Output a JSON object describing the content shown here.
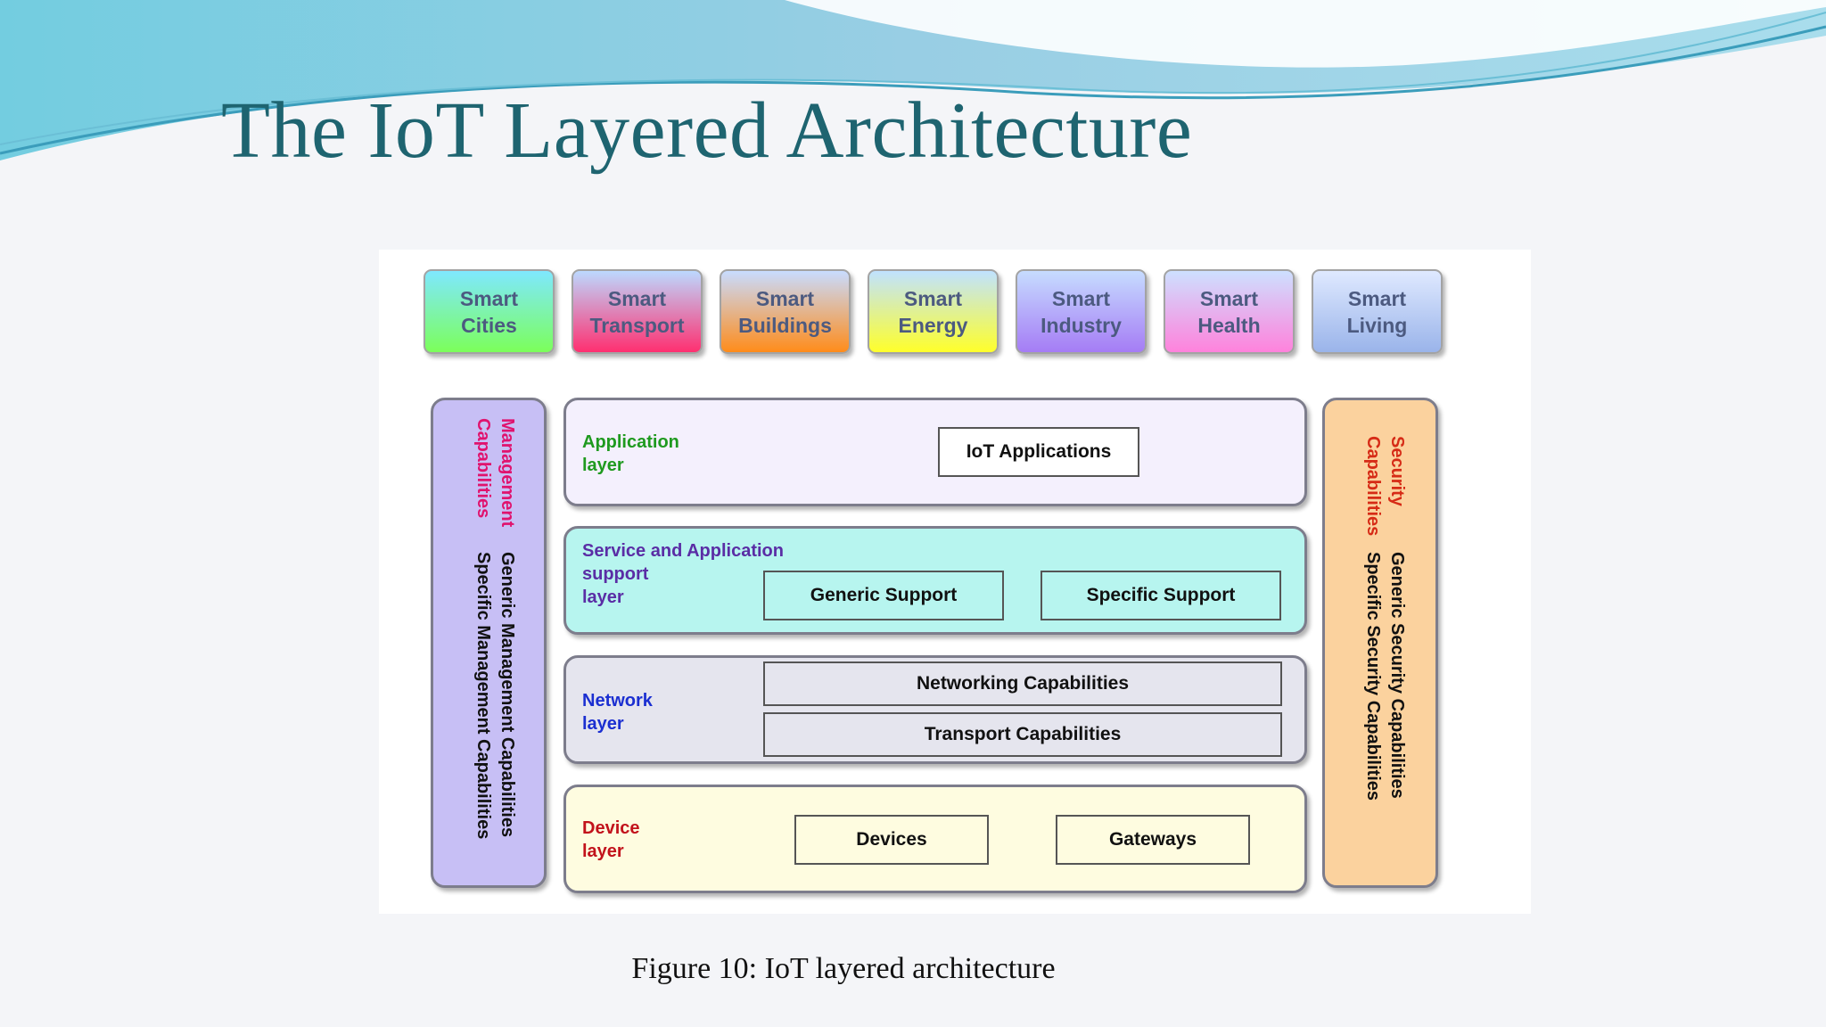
{
  "slide": {
    "title": "The IoT Layered Architecture",
    "caption": "Figure 10: IoT layered architecture"
  },
  "applications": [
    {
      "label": "Smart\nCities",
      "gradient": [
        "#7fe8ff",
        "#7cff5a"
      ]
    },
    {
      "label": "Smart\nTransport",
      "gradient": [
        "#bcd9ff",
        "#ff2f70"
      ]
    },
    {
      "label": "Smart\nBuildings",
      "gradient": [
        "#c8dcff",
        "#ff8c1a"
      ]
    },
    {
      "label": "Smart\nEnergy",
      "gradient": [
        "#c0e2ff",
        "#ffff2a"
      ]
    },
    {
      "label": "Smart\nIndustry",
      "gradient": [
        "#c6dcff",
        "#a57cf5"
      ]
    },
    {
      "label": "Smart\nHealth",
      "gradient": [
        "#cde0ff",
        "#ff82dc"
      ]
    },
    {
      "label": "Smart\nLiving",
      "gradient": [
        "#dfe9ff",
        "#9ab4ea"
      ]
    }
  ],
  "management": {
    "title": "Management\nCapabilities",
    "items": "Generic Management Capabilities\nSpecific Management Capabilities",
    "color": "#c7bff5",
    "title_color": "#e0136e"
  },
  "security": {
    "title": "Security\nCapabilities",
    "items": "Generic Security Capabilities\nSpecific Security Capabilities",
    "color": "#fbd29e",
    "title_color": "#d62b16"
  },
  "layers": {
    "application": {
      "label": "Application\nlayer",
      "label_color": "#1f9a1f",
      "fill": "#f4f0fd",
      "boxes": [
        "IoT Applications"
      ]
    },
    "service": {
      "label": "Service and Application\nsupport\nlayer",
      "label_color": "#5a2da5",
      "fill": "#b7f5ef",
      "boxes": [
        "Generic Support",
        "Specific Support"
      ]
    },
    "network": {
      "label": "Network\nlayer",
      "label_color": "#1b2fd1",
      "fill": "#e5e5ee",
      "boxes": [
        "Networking Capabilities",
        "Transport Capabilities"
      ]
    },
    "device": {
      "label": "Device\nlayer",
      "label_color": "#c2121b",
      "fill": "#fefce0",
      "boxes": [
        "Devices",
        "Gateways"
      ]
    }
  }
}
